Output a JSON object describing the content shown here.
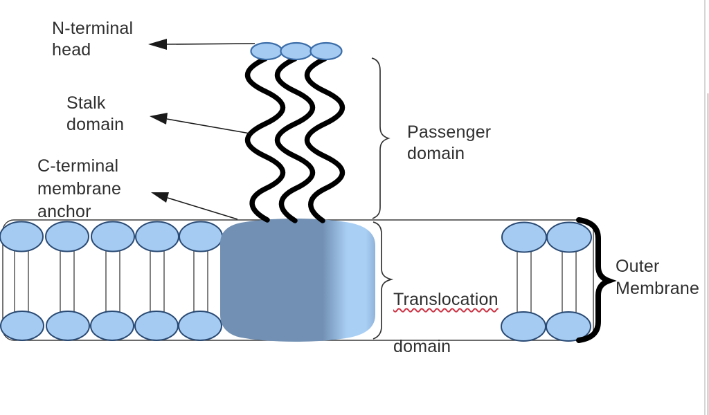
{
  "labels": {
    "n_terminal_head": "N-terminal\nhead",
    "stalk_domain": "Stalk\ndomain",
    "c_terminal_anchor": "C-terminal\nmembrane\nanchor",
    "passenger_domain": "Passenger\ndomain",
    "translocation_word": "Translocation",
    "translocation_word2": "domain",
    "outer_membrane": "Outer\nMembrane"
  },
  "colors": {
    "background": "#ffffff",
    "text": "#2f2f2f",
    "lipid_fill": "#a5cbf2",
    "lipid_stroke": "#2a4a73",
    "head_stroke": "#3c6da8",
    "tail_stroke": "#4a4a4a",
    "membrane_outline": "#3a3a3a",
    "barrel_main": "#7290b3",
    "barrel_light": "#a9cff5",
    "barrel_edge": "#8fb2d9",
    "stalk_stroke": "#000000",
    "brace_thin": "#333333",
    "brace_thick": "#000000",
    "arrow": "#1a1a1a",
    "spellcheck_underline": "#cc3344",
    "page_edge": "#c9c9c9"
  }
}
